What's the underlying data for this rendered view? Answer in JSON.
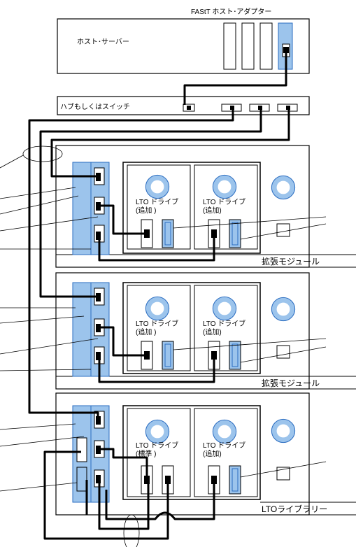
{
  "labels": {
    "adapter": "FAStT ホスト･アダプター",
    "server": "ホスト･サーバー",
    "hub": "ハブもしくはスイッチ",
    "module1": "拡張モジュール",
    "module2": "拡張モジュール",
    "library": "LTOライブラリー"
  },
  "drives": [
    {
      "line1": "LTO ドライブ",
      "line2": "(追加 )"
    },
    {
      "line1": "LTO ドライブ",
      "line2": "(追加)"
    },
    {
      "line1": "LTO ドライブ",
      "line2": "(追加 )"
    },
    {
      "line1": "LTO ドライブ",
      "line2": "(追加)"
    },
    {
      "line1": "LTO ドライブ",
      "line2": "(標準 )"
    },
    {
      "line1": "LTO ドライブ",
      "line2": "(追加)"
    }
  ],
  "colors": {
    "fill_blue": "#9cc4ec",
    "stroke_blue": "#2a6cc0",
    "line": "#000000",
    "background": "#ffffff"
  }
}
